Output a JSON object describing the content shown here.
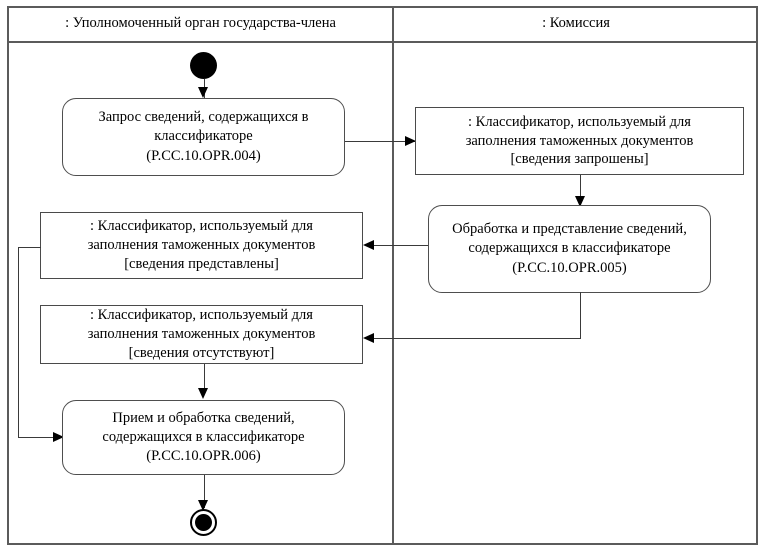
{
  "diagram": {
    "type": "uml-activity-diagram",
    "lanes": [
      {
        "id": "lane-member-state",
        "title": ": Уполномоченный орган государства-члена"
      },
      {
        "id": "lane-commission",
        "title": ": Комиссия"
      }
    ],
    "nodes": {
      "initial": {
        "name": "initial-node",
        "kind": "initial"
      },
      "final": {
        "name": "final-node",
        "kind": "activity-final"
      },
      "activity_opr004": {
        "kind": "activity",
        "lines": [
          "Запрос сведений, содержащихся в",
          "классификаторе",
          "(P.CC.10.OPR.004)"
        ]
      },
      "object_requested": {
        "kind": "object-node",
        "lines": [
          ": Классификатор, используемый для",
          "заполнения таможенных документов",
          "[сведения запрошены]"
        ],
        "state": "[сведения запрошены]"
      },
      "activity_opr005": {
        "kind": "activity",
        "lines": [
          "Обработка и представление сведений,",
          "содержащихся в классификаторе",
          "(P.CC.10.OPR.005)"
        ]
      },
      "object_provided": {
        "kind": "object-node",
        "lines": [
          ": Классификатор, используемый для",
          "заполнения таможенных документов",
          "[сведения представлены]"
        ],
        "state": "[сведения представлены]"
      },
      "object_absent": {
        "kind": "object-node",
        "lines": [
          ": Классификатор, используемый для",
          "заполнения таможенных документов",
          "[сведения отсутствуют]"
        ],
        "state": "[сведения отсутствуют]"
      },
      "activity_opr006": {
        "kind": "activity",
        "lines": [
          "Прием и обработка сведений,",
          "содержащихся в классификаторе",
          "(P.CC.10.OPR.006)"
        ]
      }
    },
    "edges": [
      {
        "from": "initial",
        "to": "activity_opr004"
      },
      {
        "from": "activity_opr004",
        "to": "object_requested"
      },
      {
        "from": "object_requested",
        "to": "activity_opr005"
      },
      {
        "from": "activity_opr005",
        "to": "object_provided"
      },
      {
        "from": "activity_opr005",
        "to": "object_absent"
      },
      {
        "from": "object_provided",
        "to": "activity_opr006"
      },
      {
        "from": "object_absent",
        "to": "activity_opr006"
      },
      {
        "from": "activity_opr006",
        "to": "final"
      }
    ],
    "colors": {
      "stroke": "#4e4e4e",
      "edge": "#3a3a3a",
      "background": "#ffffff",
      "node_fill": "#000000"
    }
  }
}
